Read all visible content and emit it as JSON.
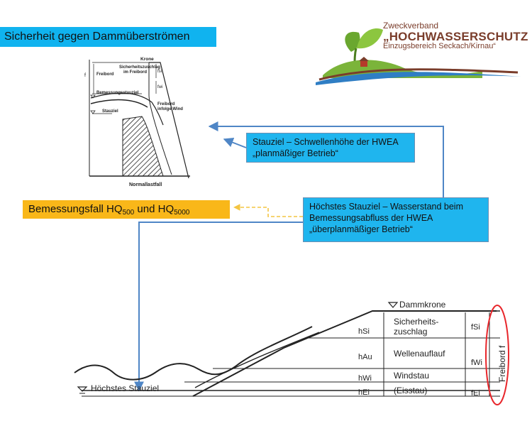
{
  "header": {
    "title": "Sicherheit gegen Dammüberströmen"
  },
  "logo": {
    "line1": "Zweckverband",
    "line2": "„HOCHWASSERSCHUTZ",
    "line3": "Einzugsbereich Seckach/Kirnau“"
  },
  "top_diagram": {
    "krone": "Krone",
    "f": "f",
    "freibord": "Freibord",
    "sicherheitszuschlag_1": "Sicherheitszuschlag",
    "sicherheitszuschlag_2": "im Freibord",
    "fsi": "fsi",
    "bemessungsstauziel": "Bemessungsstauziel",
    "fwi": "fwi",
    "freibord_wind_1": "Freibord",
    "freibord_wind_2": "infolge Wind",
    "stauziel": "Stauziel",
    "caption": "Normallastfall"
  },
  "callouts": {
    "stauziel_line1": "Stauziel – Schwellenhöhe der HWEA",
    "stauziel_line2": "„planmäßiger Betrieb“",
    "hoechstes_line1": "Höchstes Stauziel – Wasserstand beim",
    "hoechstes_line2": "Bemessungsabfluss der HWEA",
    "hoechstes_line3": "„überplanmäßiger Betrieb“"
  },
  "bemessungsfall": {
    "prefix": "Bemessungsfall HQ",
    "sub1": "500",
    "middle": " und HQ",
    "sub2": "5000"
  },
  "bottom_diagram": {
    "dammkrone": "Dammkrone",
    "sicherheits": "Sicherheits-",
    "zuschlag": "zuschlag",
    "wellenauflauf": "Wellenauflauf",
    "windstau": "Windstau",
    "eisstau": "(Eisstau)",
    "hsi": "hSi",
    "hau": "hAu",
    "hwi": "hWi",
    "hei": "hEi",
    "fsi": "fSi",
    "fwi": "fWi",
    "fei": "fEi",
    "freibord": "Freibord f",
    "hoechstes_stauziel": "Höchstes Stauziel"
  },
  "colors": {
    "accent_blue": "#1fb5ee",
    "title_blue": "#10b3ef",
    "yellow": "#f9b719",
    "arrow_blue": "#4f86c6",
    "dashed_yellow": "#f4c542",
    "red_ellipse": "#e8262b",
    "logo_brown": "#7a3d2b",
    "logo_green": "#6aa72f",
    "logo_blue": "#2f7ec4"
  }
}
